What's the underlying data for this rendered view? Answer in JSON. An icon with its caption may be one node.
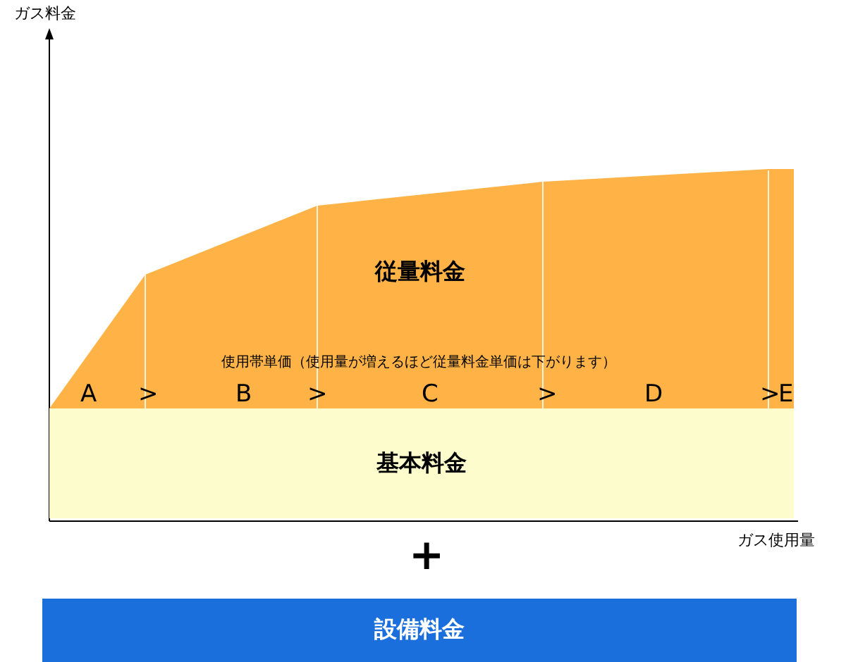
{
  "diagram": {
    "nodes": [
      {
        "text": [
          "従量料金"
        ]
      },
      {
        "text": [
          "基本料金"
        ]
      },
      {
        "text": [
          "設備料金"
        ]
      }
    ],
    "labels": [
      "ガス料金",
      "使用帯単価（使用量が増えるほど従量料金単価は下がります）",
      "A",
      ">",
      "B",
      ">",
      "C",
      ">",
      "D",
      ">",
      "E",
      "ガス使用量",
      "+"
    ]
  }
}
